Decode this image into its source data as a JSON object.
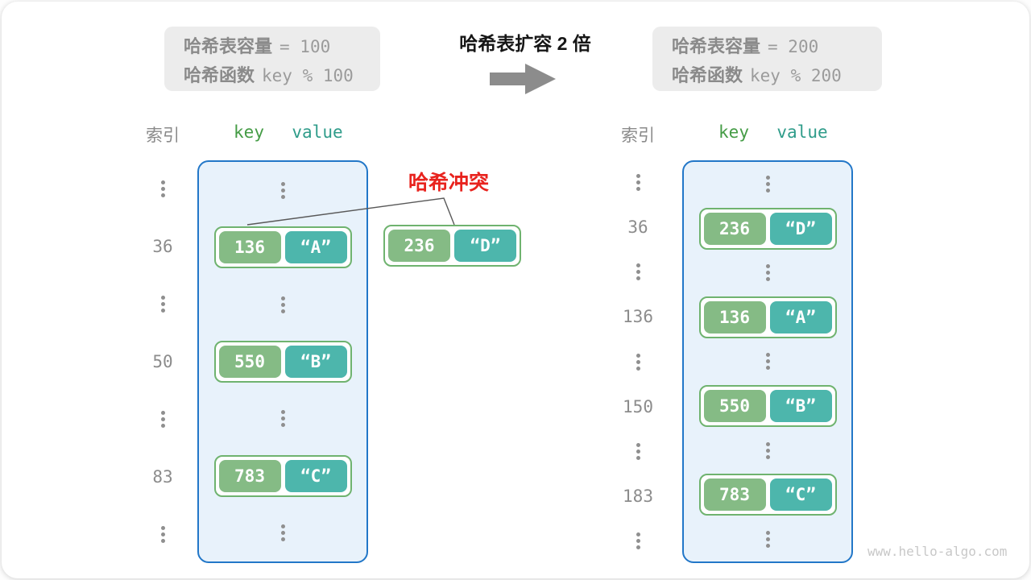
{
  "page": {
    "watermark": "www.hello-algo.com"
  },
  "center": {
    "title": "哈希表扩容 2 倍",
    "arrow_icon": "right-arrow"
  },
  "collision": {
    "label": "哈希冲突",
    "entry": {
      "key": "236",
      "value": "“D”"
    }
  },
  "left_table": {
    "caption": {
      "capacity_label": "哈希表容量",
      "capacity_value": "= 100",
      "hash_label": "哈希函数",
      "hash_value": "key % 100"
    },
    "headers": {
      "index": "索引",
      "key": "key",
      "value": "value"
    },
    "indices": [
      "36",
      "50",
      "83"
    ],
    "entries": [
      {
        "key": "136",
        "value": "“A”"
      },
      {
        "key": "550",
        "value": "“B”"
      },
      {
        "key": "783",
        "value": "“C”"
      }
    ]
  },
  "right_table": {
    "caption": {
      "capacity_label": "哈希表容量",
      "capacity_value": "= 200",
      "hash_label": "哈希函数",
      "hash_value": "key % 200"
    },
    "headers": {
      "index": "索引",
      "key": "key",
      "value": "value"
    },
    "indices": [
      "36",
      "136",
      "150",
      "183"
    ],
    "entries": [
      {
        "key": "236",
        "value": "“D”"
      },
      {
        "key": "136",
        "value": "“A”"
      },
      {
        "key": "550",
        "value": "“B”"
      },
      {
        "key": "783",
        "value": "“C”"
      }
    ]
  },
  "colors": {
    "key_cell": "#85bb85",
    "value_cell": "#4db6ac",
    "pair_border": "#6fb36f",
    "table_fill": "#e8f2fb",
    "table_border": "#2277c8",
    "collision_red": "#e8231e",
    "header_key": "#459c46",
    "header_value": "#2f9c8a",
    "gray_text": "#8c8c8c",
    "caption_bg": "#ececec",
    "arrow_gray": "#8c8c8c",
    "watermark_gray": "#c8c8c8"
  }
}
